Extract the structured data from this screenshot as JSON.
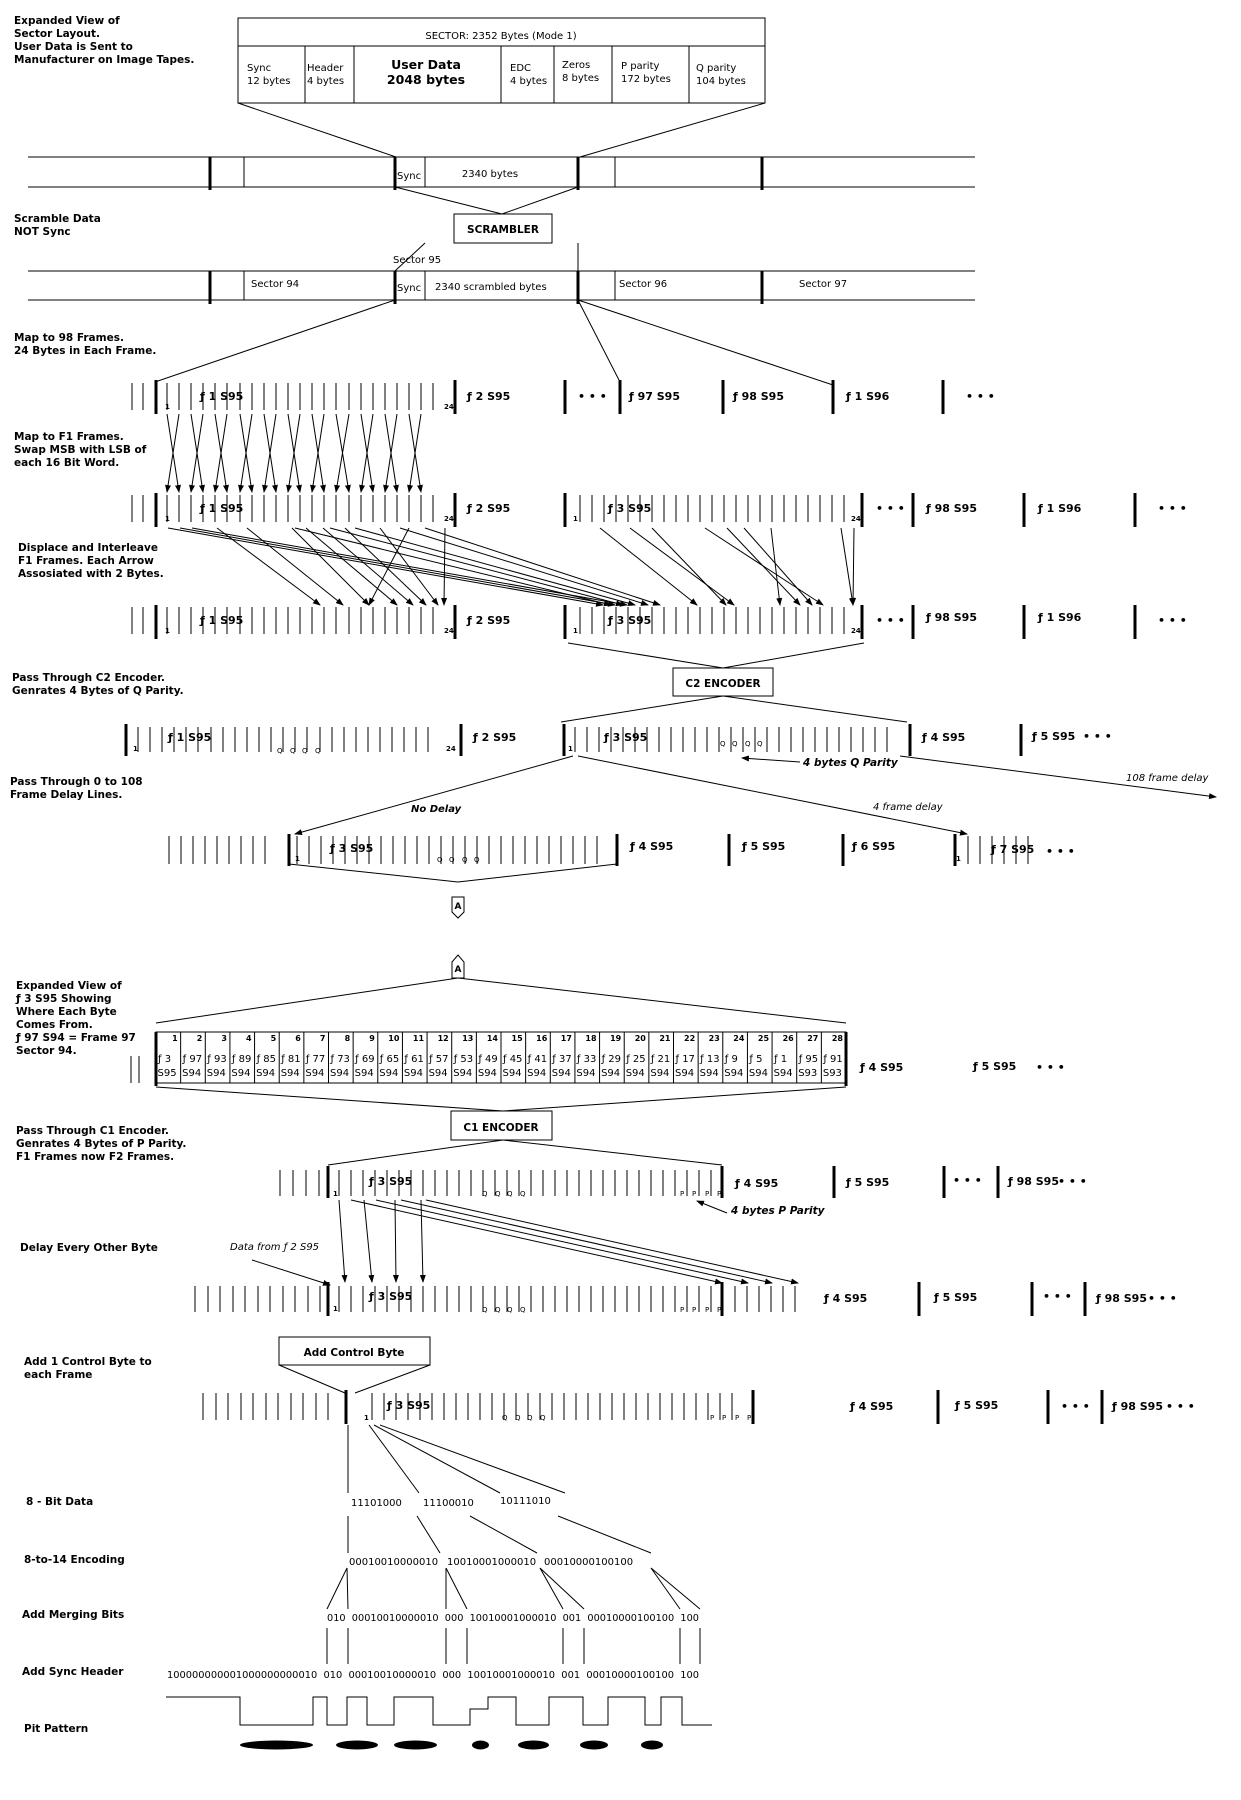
{
  "step_labels": {
    "expanded_sector": [
      "Expanded View of",
      "Sector Layout.",
      "User Data is Sent to",
      "Manufacturer on Image Tapes."
    ],
    "scramble": [
      "Scramble Data",
      "NOT Sync"
    ],
    "map98": [
      "Map to 98 Frames.",
      "24 Bytes in Each Frame."
    ],
    "mapf1": [
      "Map to F1 Frames.",
      "Swap MSB with LSB of",
      "each 16 Bit Word."
    ],
    "displace": [
      "Displace and Interleave",
      "F1 Frames.  Each Arrow",
      "Assosiated with 2 Bytes."
    ],
    "c2": [
      "Pass Through C2 Encoder.",
      "Genrates 4 Bytes of Q Parity."
    ],
    "delay": [
      "Pass Through 0 to 108",
      "Frame Delay Lines."
    ],
    "expanded_f3": [
      "Expanded View of",
      "ƒ 3 S95 Showing",
      "Where Each Byte",
      "Comes From.",
      "ƒ 97 S94 = Frame 97",
      "Sector 94."
    ],
    "c1": [
      "Pass Through C1 Encoder.",
      "Genrates 4 Bytes of P Parity.",
      "F1 Frames now F2 Frames."
    ],
    "delay_other": [
      "Delay Every Other Byte"
    ],
    "control": [
      "Add 1 Control Byte to",
      "each Frame"
    ],
    "bit8": [
      "8 - Bit Data"
    ],
    "efm": [
      "8-to-14 Encoding"
    ],
    "merge": [
      "Add Merging Bits"
    ],
    "sync_header": [
      "Add Sync Header"
    ],
    "pit": [
      "Pit Pattern"
    ]
  },
  "sector_box": {
    "title": "SECTOR: 2352 Bytes  (Mode 1)",
    "fields": [
      {
        "name": "Sync",
        "size": "12 bytes"
      },
      {
        "name": "Header",
        "size": "4 bytes"
      },
      {
        "name": "User Data",
        "size": "2048 bytes"
      },
      {
        "name": "EDC",
        "size": "4 bytes"
      },
      {
        "name": "Zeros",
        "size": "8 bytes"
      },
      {
        "name": "P parity",
        "size": "172 bytes"
      },
      {
        "name": "Q parity",
        "size": "104 bytes"
      }
    ]
  },
  "stream1": {
    "sync": "Sync",
    "bytes": "2340 bytes"
  },
  "scrambler": "SCRAMBLER",
  "stream2": {
    "s94": "Sector 94",
    "s95": "Sector 95",
    "sync": "Sync",
    "bytes": "2340 scrambled bytes",
    "s96": "Sector 96",
    "s97": "Sector 97"
  },
  "frames": {
    "f1s95": "ƒ 1  S95",
    "f2s95": "ƒ 2  S95",
    "f3s95": "ƒ 3  S95",
    "f4s95": "ƒ 4  S95",
    "f5s95": "ƒ 5  S95",
    "f6s95": "ƒ 6  S95",
    "f7s95": "ƒ 7  S95",
    "f97s95": "ƒ 97  S95",
    "f98s95": "ƒ 98  S95",
    "f1s96": "ƒ 1  S96",
    "ellipsis": "• • •",
    "one": "1",
    "twentyfour": "24",
    "q": "Q",
    "p": "P"
  },
  "c2_encoder": "C2 ENCODER",
  "q_parity_note": "4 bytes Q Parity",
  "delays": {
    "none": "No Delay",
    "four": "4 frame delay",
    "d108": "108 frame delay"
  },
  "connector": "A",
  "byte_table": {
    "numbers": [
      "1",
      "2",
      "3",
      "4",
      "5",
      "6",
      "7",
      "8",
      "9",
      "10",
      "11",
      "12",
      "13",
      "14",
      "15",
      "16",
      "17",
      "18",
      "19",
      "20",
      "21",
      "22",
      "23",
      "24",
      "25",
      "26",
      "27",
      "28"
    ],
    "frames": [
      "ƒ 3",
      "ƒ 97",
      "ƒ 93",
      "ƒ 89",
      "ƒ 85",
      "ƒ 81",
      "ƒ 77",
      "ƒ 73",
      "ƒ 69",
      "ƒ 65",
      "ƒ 61",
      "ƒ 57",
      "ƒ 53",
      "ƒ 49",
      "ƒ 45",
      "ƒ 41",
      "ƒ 37",
      "ƒ 33",
      "ƒ 29",
      "ƒ 25",
      "ƒ 21",
      "ƒ 17",
      "ƒ 13",
      "ƒ 9",
      "ƒ 5",
      "ƒ 1",
      "ƒ 95",
      "ƒ 91"
    ],
    "sectors": [
      "S95",
      "S94",
      "S94",
      "S94",
      "S94",
      "S94",
      "S94",
      "S94",
      "S94",
      "S94",
      "S94",
      "S94",
      "S94",
      "S94",
      "S94",
      "S94",
      "S94",
      "S94",
      "S94",
      "S94",
      "S94",
      "S94",
      "S94",
      "S94",
      "S94",
      "S94",
      "S93",
      "S93"
    ]
  },
  "c1_encoder": "C1 ENCODER",
  "p_parity_note": "4 bytes P Parity",
  "data_from": "Data from ƒ 2 S95",
  "control_box": "Add Control Byte",
  "bits": {
    "b8": [
      "11101000",
      "11100010",
      "10111010"
    ],
    "efm": [
      "00010010000010",
      "10010001000010",
      "00010000100100"
    ],
    "merge": "010  00010010000010  000  10010001000010  001  00010000100100  100",
    "sync": "100000000001000000000010  010  00010010000010  000  10010001000010  001  00010000100100  100"
  }
}
